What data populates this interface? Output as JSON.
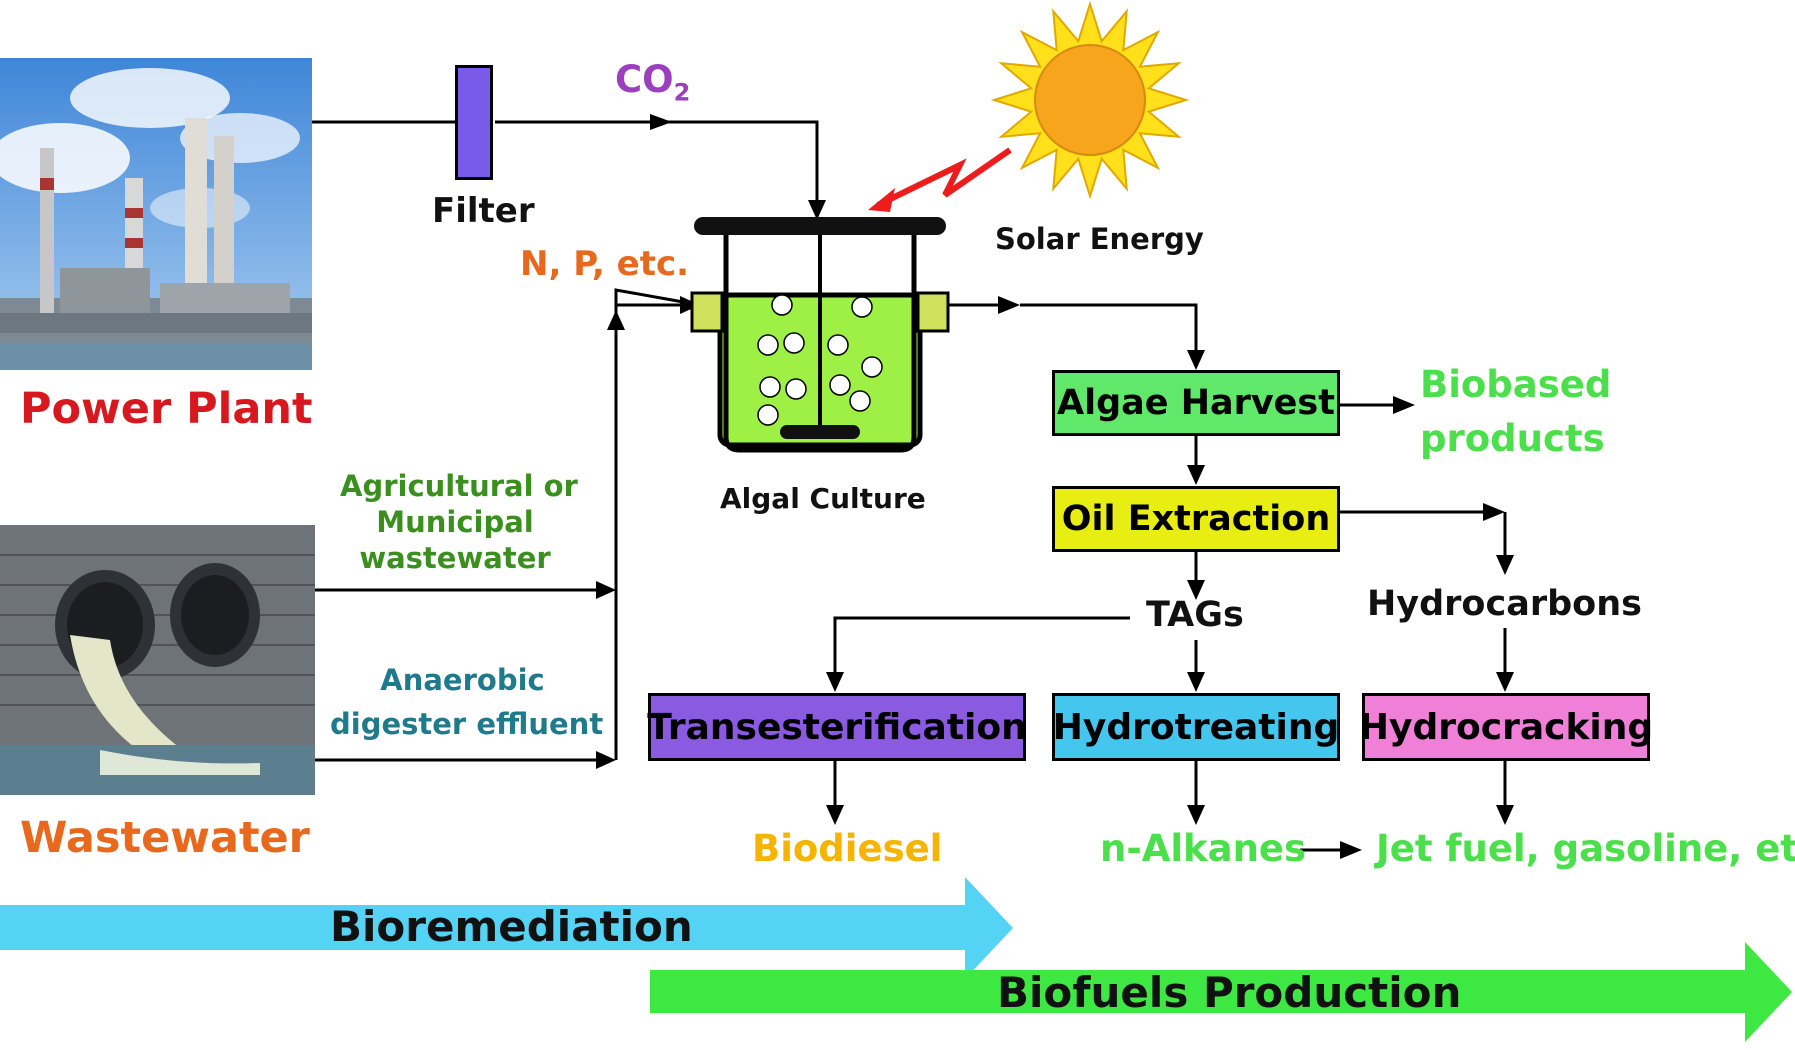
{
  "colors": {
    "power_plant": "#d7191f",
    "wastewater": "#e8691e",
    "nutrients": "#e8691e",
    "co2": "#9b3fbf",
    "agri_text": "#3b8f1e",
    "anaerobic_text": "#1f7a8c",
    "green_product": "#4be04b",
    "biodiesel": "#f5b400",
    "algae_harvest_box": "#5fe86a",
    "oil_extraction_box": "#e8ee12",
    "transesterification_box": "#8a5ae0",
    "hydrotreating_box": "#45c6ef",
    "hydrocracking_box": "#f07fd8",
    "bioremediation_arrow": "#55d3f5",
    "biofuels_arrow": "#3ee843",
    "red_arrow": "#ee1c1c",
    "sun_fill": "#f6a51d",
    "sun_rays": "#ffe01a",
    "culture_fill": "#9ef045",
    "tank_cap": "#cfe05c",
    "filter": "#7a5ae8"
  },
  "sources": {
    "power_plant": "Power Plant",
    "wastewater": "Wastewater"
  },
  "inputs": {
    "filter": "Filter",
    "co2": "CO",
    "co2_sub": "2",
    "nutrients": "N, P, etc.",
    "solar": "Solar Energy",
    "agri_line1": "Agricultural or",
    "agri_line2": "Municipal",
    "agri_line3": "wastewater",
    "anaerobic_line1": "Anaerobic",
    "anaerobic_line2": "digester effluent"
  },
  "reactor": {
    "label": "Algal Culture"
  },
  "process": {
    "algae_harvest": "Algae Harvest",
    "oil_extraction": "Oil Extraction",
    "tags": "TAGs",
    "hydrocarbons": "Hydrocarbons",
    "transesterification": "Transesterification",
    "hydrotreating": "Hydrotreating",
    "hydrocracking": "Hydrocracking"
  },
  "products": {
    "biobased_line1": "Biobased",
    "biobased_line2": "products",
    "biodiesel": "Biodiesel",
    "n_alkanes": "n-Alkanes",
    "jet_fuel": "Jet fuel, gasoline, etc."
  },
  "bands": {
    "bioremediation": "Bioremediation",
    "biofuels": "Biofuels Production"
  },
  "icons": [
    "factory-photo",
    "wastewater-outfall-photo",
    "sun-icon",
    "lightning-arrow-icon",
    "filter-icon",
    "bioreactor-icon"
  ]
}
